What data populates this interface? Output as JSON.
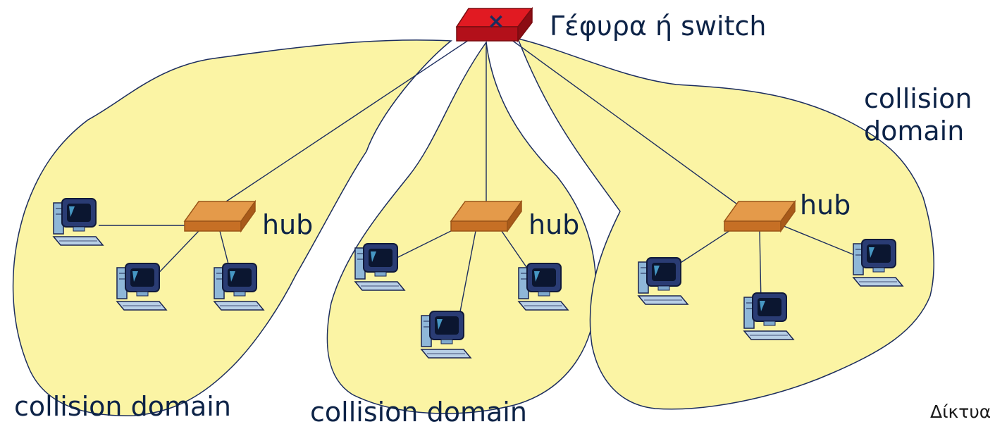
{
  "diagram": {
    "switch": {
      "label": "Γέφυρα ή switch",
      "mark": "×",
      "icon": "switch-icon",
      "color": "#d8141a"
    },
    "hubs": [
      {
        "label": "hub",
        "icon": "hub-icon"
      },
      {
        "label": "hub",
        "icon": "hub-icon"
      },
      {
        "label": "hub",
        "icon": "hub-icon"
      }
    ],
    "domains": [
      {
        "label": "collision domain"
      },
      {
        "label": "collision domain"
      },
      {
        "label": "collision domain"
      }
    ],
    "footer": "Δίκτυα",
    "colors": {
      "domain_fill": "#fbf4a4",
      "hub": "#d9863a",
      "switch": "#d8141a",
      "link": "#1c2d5e",
      "text": "#0d2347"
    },
    "computer_icon": "desktop-computer-icon"
  }
}
